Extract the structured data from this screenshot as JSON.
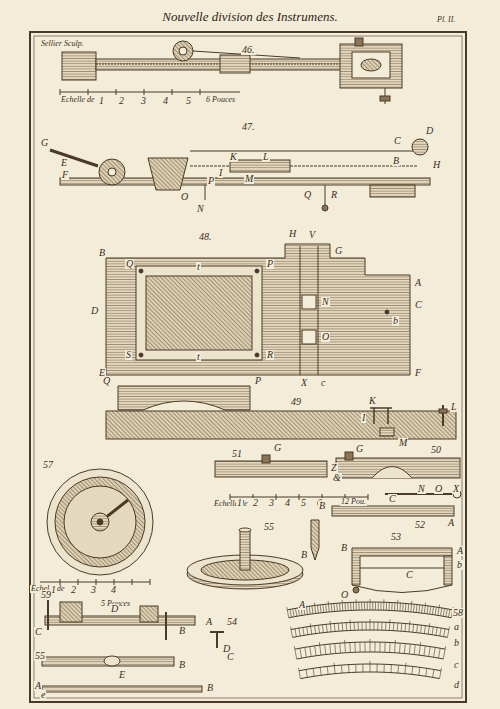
{
  "diagram": {
    "title": "Nouvelle division des Instrumens.",
    "labels": [
      "Pl. II.",
      "46.",
      "Echelle de",
      "1",
      "2",
      "3",
      "4",
      "5",
      "6 Pouces",
      "47.",
      "G",
      "E",
      "K",
      "I",
      "L",
      "C",
      "D",
      "H",
      "F",
      "M",
      "P",
      "O",
      "N",
      "Q",
      "R",
      "B",
      "48.",
      "B",
      "D",
      "E",
      "A",
      "C",
      "F",
      "V",
      "H",
      "G",
      "Q",
      "P",
      "S",
      "R",
      "t",
      "t",
      "N",
      "O",
      "b",
      "X",
      "c",
      "Q",
      "P",
      "49",
      "K",
      "I",
      "L",
      "M",
      "51",
      "G",
      "Z",
      "&",
      "50",
      "G",
      "Echelle de",
      "1",
      "2",
      "3",
      "4",
      "5",
      "6",
      "12 Pou.",
      "N",
      "O",
      "X",
      "B",
      "C",
      "A",
      "52",
      "B",
      "53",
      "B",
      "C",
      "A",
      "O",
      "b",
      "57",
      "55",
      "Echelle de",
      "1",
      "2",
      "3",
      "4",
      "5 Pouces",
      "59",
      "D",
      "C",
      "B",
      "A",
      "54",
      "D",
      "E",
      "C",
      "55",
      "B",
      "A",
      "B",
      "A",
      "58",
      "a",
      "b",
      "c",
      "d",
      "e",
      "Sellier Sculp."
    ]
  }
}
